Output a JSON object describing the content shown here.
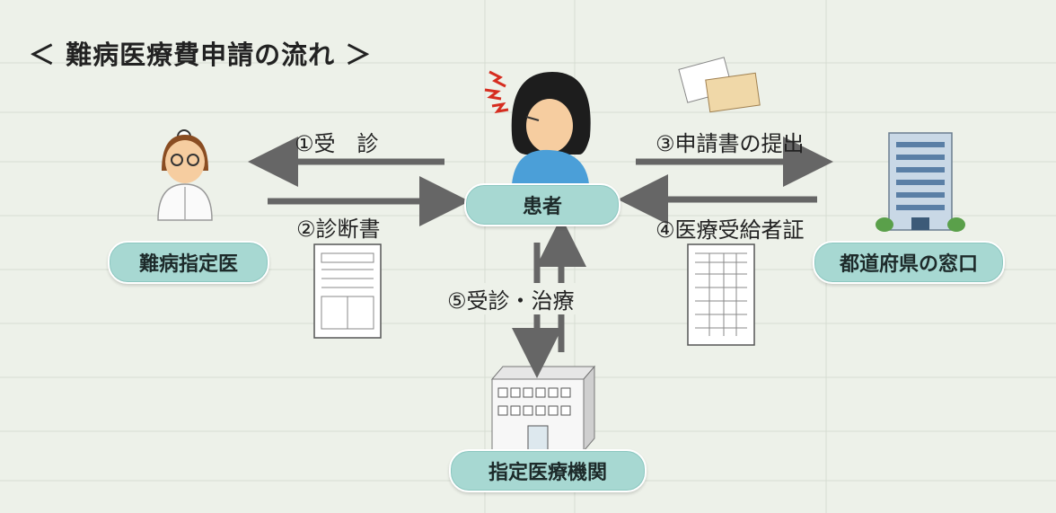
{
  "title": "＜ 難病医療費申請の流れ ＞",
  "nodes": {
    "doctor": "難病指定医",
    "patient": "患者",
    "office": "都道府県の窓口",
    "institution": "指定医療機関"
  },
  "steps": {
    "s1": "①受　診",
    "s2": "②診断書",
    "s3": "③申請書の提出",
    "s4": "④医療受給者証",
    "s5": "⑤受診・治療"
  },
  "colors": {
    "pill": "#a7d8d2",
    "arrow": "#666666",
    "background": "#edf1e9"
  }
}
